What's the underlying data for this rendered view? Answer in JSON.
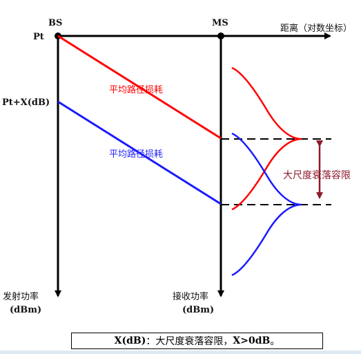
{
  "labels": {
    "bs": "BS",
    "ms": "MS",
    "pt": "Pt",
    "pt_x": "Pt+X(dB)",
    "distance_axis": "距离（对数坐标）",
    "tx_power": "发射功率",
    "tx_unit": "(dBm)",
    "rx_power": "接收功率",
    "rx_unit": "(dBm)",
    "red_path_loss": "平均路径损耗",
    "blue_path_loss": "平均路径损耗",
    "margin_label": "大尺度衰落容限"
  },
  "caption": {
    "x_term": "X(dB)",
    "middle": "：大尺度衰落容限，",
    "condition": "X>0dB",
    "end": " 。"
  },
  "colors": {
    "red": "#ff0000",
    "blue": "#1a1aff",
    "maroon": "#8b1a2b",
    "black": "#000000"
  }
}
